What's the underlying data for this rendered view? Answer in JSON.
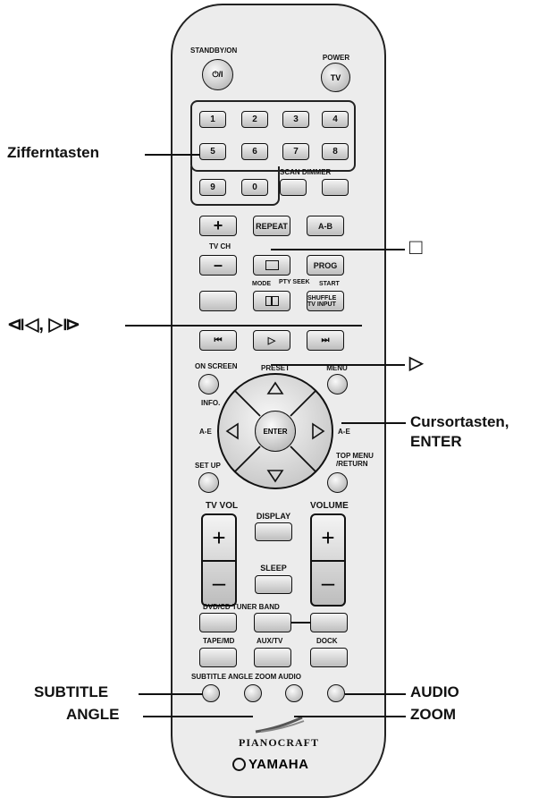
{
  "labels": {
    "standby": "STANDBY/ON",
    "power": "POWER",
    "tv": "TV",
    "standby_symbol": "⏻/I",
    "numbers": [
      "1",
      "2",
      "3",
      "4",
      "5",
      "6",
      "7",
      "8",
      "9",
      "0"
    ],
    "scan_dimmer": "SCAN DIMMER",
    "plus": "+",
    "minus": "–",
    "repeat": "REPEAT",
    "ab": "A-B",
    "tvch": "TV CH",
    "prog": "PROG",
    "mode": "MODE",
    "pty_seek": "PTY SEEK",
    "start": "START",
    "shuffle_input": "SHUFFLE TV INPUT",
    "on_screen": "ON SCREEN",
    "preset": "PRESET",
    "menu": "MENU",
    "info": "INFO.",
    "ae_left": "A-E",
    "ae_right": "A-E",
    "enter": "ENTER",
    "setup": "SET UP",
    "top_menu": "TOP MENU\n/RETURN",
    "tv_vol": "TV VOL",
    "volume": "VOLUME",
    "display": "DISPLAY",
    "sleep": "SLEEP",
    "dvdcd_tuner_band": "DVD/CD TUNER BAND",
    "tape_md": "TAPE/MD",
    "aux_tv": "AUX/TV",
    "dock": "DOCK",
    "bottom_row": "SUBTITLE ANGLE ZOOM AUDIO",
    "brand1": "PIANOCRAFT",
    "brand2": "YAMAHA"
  },
  "callouts": {
    "ziffern": "Zifferntasten",
    "stop": "□",
    "skip": "⧏◁, ▷⧐",
    "play": "▷",
    "cursor1": "Cursortasten,",
    "cursor2": "ENTER",
    "subtitle": "SUBTITLE",
    "angle": "ANGLE",
    "audio": "AUDIO",
    "zoom": "ZOOM"
  }
}
